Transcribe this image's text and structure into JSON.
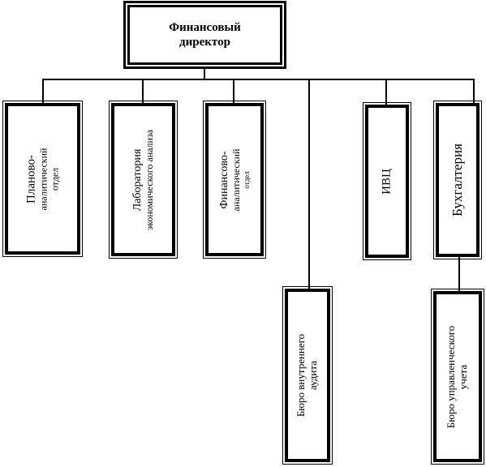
{
  "root": {
    "title_line1": "Финансовый",
    "title_line2": "директор"
  },
  "units": {
    "plan_analytic": {
      "line1": "Планово-",
      "line2": "аналитический",
      "line3": "отдел"
    },
    "lab_econ": {
      "line1": "Лаборатория",
      "line2": "экономического анализа"
    },
    "fin_analytic": {
      "line1": "Финансово-",
      "line2": "аналитический",
      "line3": "отдел"
    },
    "ivc": {
      "label": "ИВЦ"
    },
    "accounting": {
      "label": "Бухгалтерия"
    },
    "internal_audit": {
      "line1": "Бюро внутреннего",
      "line2": "аудита"
    },
    "mgmt_accounting": {
      "line1": "Бюро управленческого",
      "line2": "учета"
    }
  }
}
